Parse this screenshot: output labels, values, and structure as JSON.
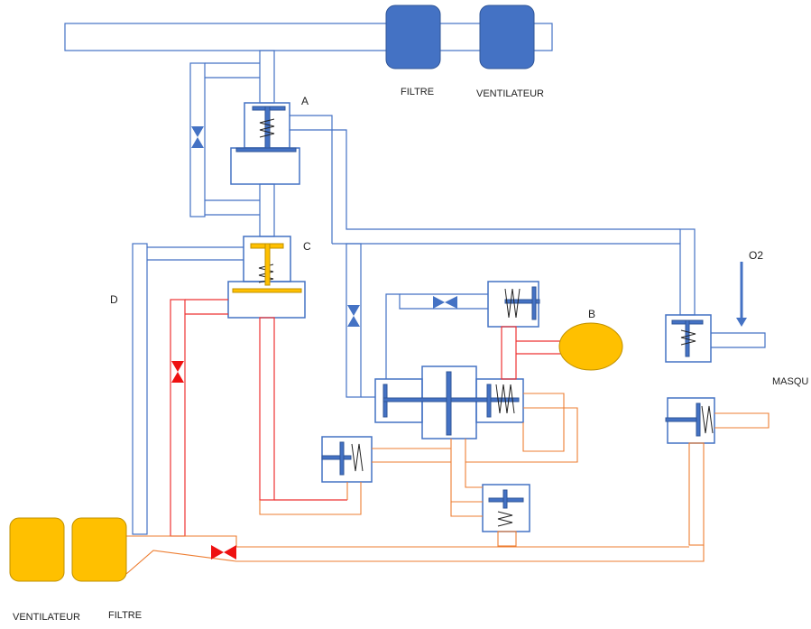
{
  "colors": {
    "blue": "#4472c4",
    "blue_dark": "#2f5597",
    "blue_fill": "#4472c4",
    "red": "#ee3333",
    "orange": "#ed7d31",
    "yellow": "#ffc000",
    "yellow_dark": "#bf9000"
  },
  "labels": {
    "filtre_top": "FILTRE",
    "ventilateur_top": "VENTILATEUR",
    "a": "A",
    "b": "B",
    "c": "C",
    "d": "D",
    "o2": "O2",
    "masque": "MASQU",
    "ventilateur_bottom": "VENTILATEUR",
    "filtre_bottom": "FILTRE"
  }
}
